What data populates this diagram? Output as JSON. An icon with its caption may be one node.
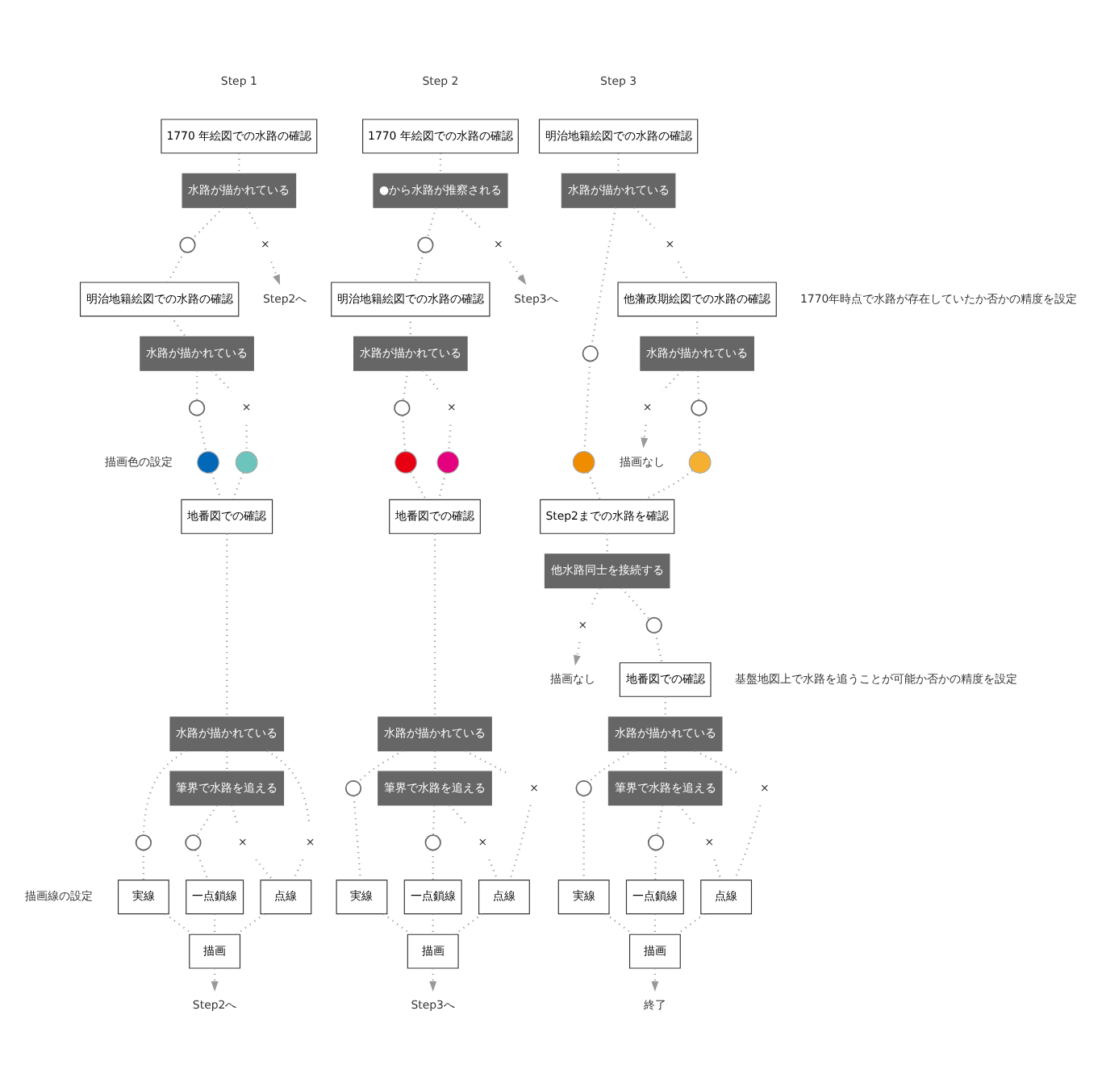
{
  "diagram": {
    "nodes": [
      {
        "text": [
          "1770 年絵図での水路の確認"
        ]
      },
      {
        "text": [
          "水路が描かれている"
        ]
      },
      {
        "text": [],
        "shape": "circle"
      },
      {
        "text": [
          "×"
        ]
      },
      {
        "text": [
          "Step2へ"
        ]
      },
      {
        "text": [
          "明治地籍絵図での水路の確認"
        ]
      },
      {
        "text": [
          "水路が描かれている"
        ]
      },
      {
        "text": [],
        "shape": "circle"
      },
      {
        "text": [
          "×"
        ]
      },
      {
        "text": [],
        "shape": "circle"
      },
      {
        "text": [],
        "shape": "circle"
      },
      {
        "text": [
          "地番図での確認"
        ]
      },
      {
        "text": [
          "水路が描かれている"
        ]
      },
      {
        "text": [
          "×"
        ]
      },
      {
        "text": [
          "筆界で水路を追える"
        ]
      },
      {
        "text": [],
        "shape": "circle"
      },
      {
        "text": [],
        "shape": "circle"
      },
      {
        "text": [
          "×"
        ]
      },
      {
        "text": [
          "実線"
        ]
      },
      {
        "text": [
          "一点鎖線"
        ]
      },
      {
        "text": [
          "点線"
        ]
      },
      {
        "text": [
          "描画"
        ]
      },
      {
        "text": [
          "Step2へ"
        ]
      },
      {
        "text": [
          "1770 年絵図での水路の確認"
        ]
      },
      {
        "text": [
          "●から水路が推察される"
        ]
      },
      {
        "text": [],
        "shape": "circle"
      },
      {
        "text": [
          "×"
        ]
      },
      {
        "text": [
          "Step3へ"
        ]
      },
      {
        "text": [
          "明治地籍絵図での水路の確認"
        ]
      },
      {
        "text": [
          "水路が描かれている"
        ]
      },
      {
        "text": [],
        "shape": "circle"
      },
      {
        "text": [
          "×"
        ]
      },
      {
        "text": [],
        "shape": "circle"
      },
      {
        "text": [],
        "shape": "circle"
      },
      {
        "text": [
          "地番図での確認"
        ]
      },
      {
        "text": [
          "水路が描かれている"
        ]
      },
      {
        "text": [
          "×"
        ]
      },
      {
        "text": [
          "筆界で水路を追える"
        ]
      },
      {
        "text": [],
        "shape": "circle"
      },
      {
        "text": [],
        "shape": "circle"
      },
      {
        "text": [
          "×"
        ]
      },
      {
        "text": [
          "実線"
        ]
      },
      {
        "text": [
          "一点鎖線"
        ]
      },
      {
        "text": [
          "点線"
        ]
      },
      {
        "text": [
          "描画"
        ]
      },
      {
        "text": [
          "Step3へ"
        ]
      },
      {
        "text": [
          "明治地籍絵図での水路の確認"
        ]
      },
      {
        "text": [
          "水路が描かれている"
        ]
      },
      {
        "text": [],
        "shape": "circle"
      },
      {
        "text": [
          "×"
        ]
      },
      {
        "text": [
          "他藩政期絵図での水路の確認"
        ]
      },
      {
        "text": [
          "水路が描かれている"
        ]
      },
      {
        "text": [],
        "shape": "circle"
      },
      {
        "text": [
          "×"
        ]
      },
      {
        "text": [
          "描画なし"
        ]
      },
      {
        "text": [],
        "shape": "circle"
      },
      {
        "text": [],
        "shape": "circle"
      },
      {
        "text": [
          "Step2までの水路を確認"
        ]
      },
      {
        "text": [
          "他水路同士を接続する"
        ]
      },
      {
        "text": [
          "×"
        ]
      },
      {
        "text": [
          "描画なし"
        ]
      },
      {
        "text": [],
        "shape": "circle"
      },
      {
        "text": [
          "地番図での確認"
        ]
      },
      {
        "text": [
          "水路が描かれている"
        ]
      },
      {
        "text": [
          "×"
        ]
      },
      {
        "text": [
          "筆界で水路を追える"
        ]
      },
      {
        "text": [],
        "shape": "circle"
      },
      {
        "text": [],
        "shape": "circle"
      },
      {
        "text": [
          "×"
        ]
      },
      {
        "text": [
          "実線"
        ]
      },
      {
        "text": [
          "一点鎖線"
        ]
      },
      {
        "text": [
          "点線"
        ]
      },
      {
        "text": [
          "描画"
        ]
      },
      {
        "text": [
          "終了"
        ]
      }
    ],
    "edges": [
      {
        "from": 0,
        "to": 1,
        "arrow": "none"
      },
      {
        "from": 1,
        "to": 2,
        "arrow": "none"
      },
      {
        "from": 1,
        "to": 3,
        "arrow": "none"
      },
      {
        "from": 3,
        "to": 4,
        "arrow": "to"
      },
      {
        "from": 2,
        "to": 5,
        "arrow": "none"
      },
      {
        "from": 5,
        "to": 6,
        "arrow": "none"
      },
      {
        "from": 6,
        "to": 7,
        "arrow": "none"
      },
      {
        "from": 6,
        "to": 8,
        "arrow": "none"
      },
      {
        "from": 7,
        "to": 9,
        "arrow": "none"
      },
      {
        "from": 8,
        "to": 10,
        "arrow": "none"
      },
      {
        "from": 9,
        "to": 11,
        "arrow": "none"
      },
      {
        "from": 10,
        "to": 11,
        "arrow": "none"
      },
      {
        "from": 11,
        "to": 12,
        "arrow": "none"
      },
      {
        "from": 12,
        "to": 15,
        "arrow": "none"
      },
      {
        "from": 12,
        "to": 14,
        "arrow": "none"
      },
      {
        "from": 12,
        "to": 13,
        "arrow": "none"
      },
      {
        "from": 13,
        "to": 20,
        "arrow": "none"
      },
      {
        "from": 14,
        "to": 16,
        "arrow": "none"
      },
      {
        "from": 14,
        "to": 17,
        "arrow": "none"
      },
      {
        "from": 15,
        "to": 18,
        "arrow": "none"
      },
      {
        "from": 16,
        "to": 19,
        "arrow": "none"
      },
      {
        "from": 17,
        "to": 20,
        "arrow": "none"
      },
      {
        "from": 18,
        "to": 21,
        "arrow": "none"
      },
      {
        "from": 19,
        "to": 21,
        "arrow": "none"
      },
      {
        "from": 20,
        "to": 21,
        "arrow": "none"
      },
      {
        "from": 21,
        "to": 22,
        "arrow": "to"
      },
      {
        "from": 23,
        "to": 24,
        "arrow": "none"
      },
      {
        "from": 24,
        "to": 25,
        "arrow": "none"
      },
      {
        "from": 24,
        "to": 26,
        "arrow": "none"
      },
      {
        "from": 26,
        "to": 27,
        "arrow": "to"
      },
      {
        "from": 25,
        "to": 28,
        "arrow": "none"
      },
      {
        "from": 28,
        "to": 29,
        "arrow": "none"
      },
      {
        "from": 29,
        "to": 30,
        "arrow": "none"
      },
      {
        "from": 29,
        "to": 31,
        "arrow": "none"
      },
      {
        "from": 30,
        "to": 32,
        "arrow": "none"
      },
      {
        "from": 31,
        "to": 33,
        "arrow": "none"
      },
      {
        "from": 32,
        "to": 34,
        "arrow": "none"
      },
      {
        "from": 33,
        "to": 34,
        "arrow": "none"
      },
      {
        "from": 34,
        "to": 35,
        "arrow": "none"
      },
      {
        "from": 35,
        "to": 38,
        "arrow": "none"
      },
      {
        "from": 35,
        "to": 37,
        "arrow": "none"
      },
      {
        "from": 35,
        "to": 36,
        "arrow": "none"
      },
      {
        "from": 36,
        "to": 43,
        "arrow": "none"
      },
      {
        "from": 37,
        "to": 39,
        "arrow": "none"
      },
      {
        "from": 37,
        "to": 40,
        "arrow": "none"
      },
      {
        "from": 38,
        "to": 41,
        "arrow": "none"
      },
      {
        "from": 39,
        "to": 42,
        "arrow": "none"
      },
      {
        "from": 40,
        "to": 43,
        "arrow": "none"
      },
      {
        "from": 41,
        "to": 44,
        "arrow": "none"
      },
      {
        "from": 42,
        "to": 44,
        "arrow": "none"
      },
      {
        "from": 43,
        "to": 44,
        "arrow": "none"
      },
      {
        "from": 44,
        "to": 45,
        "arrow": "to"
      },
      {
        "from": 46,
        "to": 47,
        "arrow": "none"
      },
      {
        "from": 47,
        "to": 48,
        "arrow": "none"
      },
      {
        "from": 47,
        "to": 49,
        "arrow": "none"
      },
      {
        "from": 49,
        "to": 50,
        "arrow": "none"
      },
      {
        "from": 50,
        "to": 51,
        "arrow": "none"
      },
      {
        "from": 51,
        "to": 52,
        "arrow": "none"
      },
      {
        "from": 51,
        "to": 53,
        "arrow": "none"
      },
      {
        "from": 53,
        "to": 54,
        "arrow": "to"
      },
      {
        "from": 48,
        "to": 55,
        "arrow": "none"
      },
      {
        "from": 52,
        "to": 56,
        "arrow": "none"
      },
      {
        "from": 55,
        "to": 57,
        "arrow": "none"
      },
      {
        "from": 56,
        "to": 57,
        "arrow": "none"
      },
      {
        "from": 57,
        "to": 58,
        "arrow": "none"
      },
      {
        "from": 58,
        "to": 59,
        "arrow": "none"
      },
      {
        "from": 59,
        "to": 60,
        "arrow": "to"
      },
      {
        "from": 58,
        "to": 61,
        "arrow": "none"
      },
      {
        "from": 61,
        "to": 62,
        "arrow": "none"
      },
      {
        "from": 62,
        "to": 63,
        "arrow": "none"
      },
      {
        "from": 63,
        "to": 66,
        "arrow": "none"
      },
      {
        "from": 63,
        "to": 65,
        "arrow": "none"
      },
      {
        "from": 63,
        "to": 64,
        "arrow": "none"
      },
      {
        "from": 64,
        "to": 71,
        "arrow": "none"
      },
      {
        "from": 65,
        "to": 67,
        "arrow": "none"
      },
      {
        "from": 65,
        "to": 68,
        "arrow": "none"
      },
      {
        "from": 66,
        "to": 69,
        "arrow": "none"
      },
      {
        "from": 67,
        "to": 70,
        "arrow": "none"
      },
      {
        "from": 68,
        "to": 71,
        "arrow": "none"
      },
      {
        "from": 69,
        "to": 72,
        "arrow": "none"
      },
      {
        "from": 70,
        "to": 72,
        "arrow": "none"
      },
      {
        "from": 71,
        "to": 72,
        "arrow": "none"
      },
      {
        "from": 72,
        "to": 73,
        "arrow": "to"
      }
    ],
    "labels": [
      "Step 1",
      "Step 2",
      "Step 3",
      "1770年時点で水路が存在していたか否かの精度を設定",
      "描画色の設定",
      "基盤地図上で水路を追うことが可能か否かの精度を設定",
      "描画線の設定"
    ]
  }
}
